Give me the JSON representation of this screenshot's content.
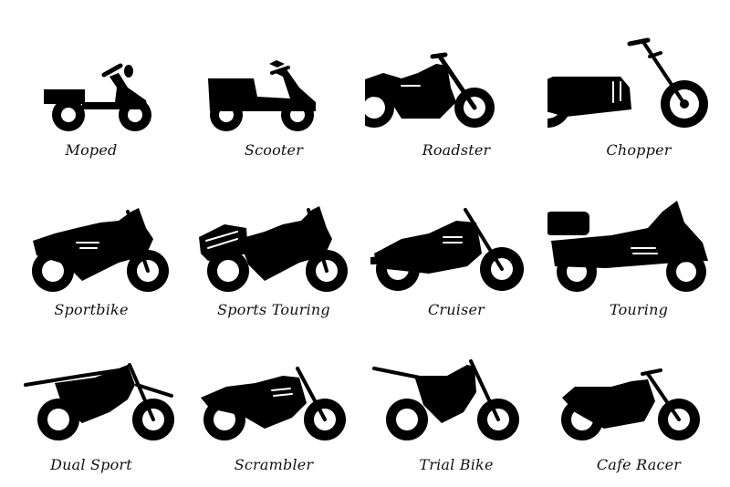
{
  "items": [
    {
      "label": "Moped",
      "icon": "moped-icon"
    },
    {
      "label": "Scooter",
      "icon": "scooter-icon"
    },
    {
      "label": "Roadster",
      "icon": "roadster-icon"
    },
    {
      "label": "Chopper",
      "icon": "chopper-icon"
    },
    {
      "label": "Sportbike",
      "icon": "sportbike-icon"
    },
    {
      "label": "Sports Touring",
      "icon": "sports-touring-icon"
    },
    {
      "label": "Cruiser",
      "icon": "cruiser-icon"
    },
    {
      "label": "Touring",
      "icon": "touring-icon"
    },
    {
      "label": "Dual Sport",
      "icon": "dual-sport-icon"
    },
    {
      "label": "Scrambler",
      "icon": "scrambler-icon"
    },
    {
      "label": "Trial Bike",
      "icon": "trial-bike-icon"
    },
    {
      "label": "Cafe Racer",
      "icon": "cafe-racer-icon"
    }
  ],
  "colors": {
    "ink": "#000000",
    "background": "#ffffff"
  }
}
